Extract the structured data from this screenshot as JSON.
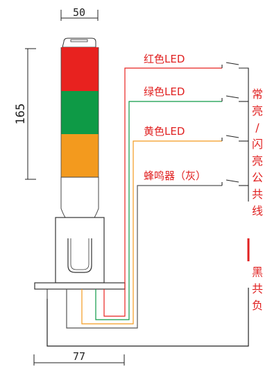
{
  "dimensions": {
    "top_width": "50",
    "height": "165",
    "base_width": "77"
  },
  "labels": {
    "red_led": "红色LED",
    "green_led": "绿色LED",
    "yellow_led": "黄色LED",
    "buzzer": "蜂鸣器（灰）"
  },
  "right_text": {
    "common_positive": [
      "常",
      "亮",
      "/",
      "闪",
      "亮",
      "公",
      "共",
      "线"
    ],
    "common_negative": [
      "黑",
      "共",
      "负"
    ]
  },
  "colors": {
    "red": "#e8221f",
    "green": "#0e9a46",
    "yellow": "#f39a1e",
    "gray": "#555555",
    "line": "#222222",
    "text_red": "#e02020"
  }
}
